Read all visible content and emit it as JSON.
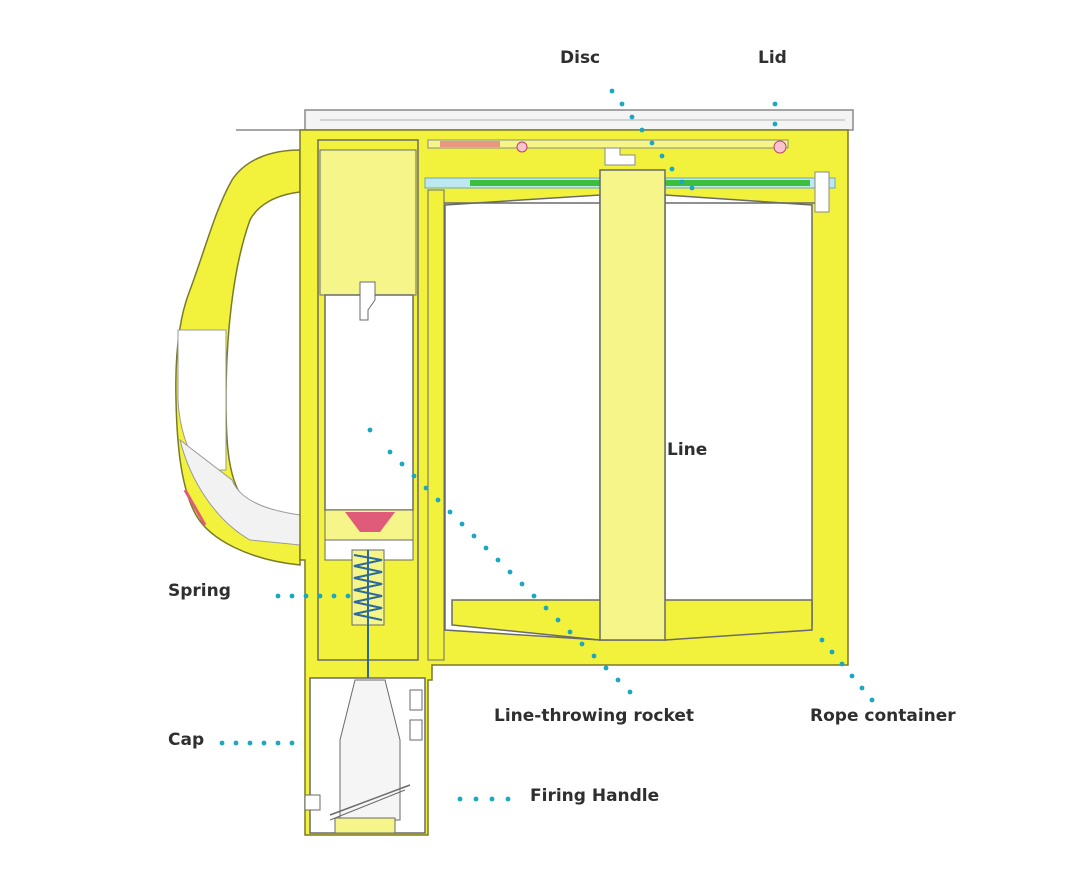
{
  "labels": {
    "disc": "Disc",
    "lid": "Lid",
    "line": "Line",
    "spring": "Spring",
    "cap": "Cap",
    "line_throwing_rocket": "Line-throwing rocket",
    "rope_container": "Rope container",
    "firing_handle": "Firing Handle"
  },
  "colors": {
    "body_fill": "#f2f23c",
    "body_light": "#f5f58a",
    "outline": "#7a7a2a",
    "leader_dots": "#1aa7c4",
    "label_text": "#2f2f2f",
    "disc_green": "#3cbf3c",
    "accent_pink": "#e05a7a"
  }
}
